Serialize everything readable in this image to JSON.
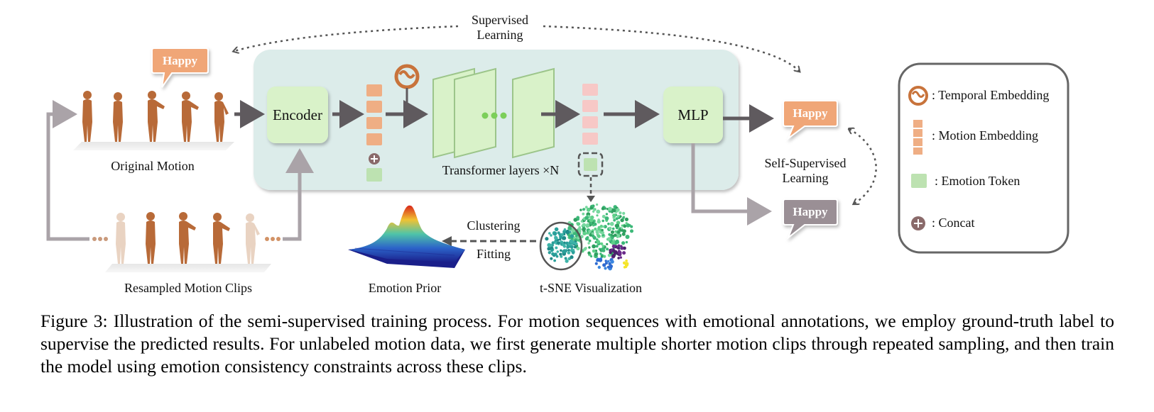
{
  "diagram": {
    "supervised_learning": [
      "Supervised",
      "Learning"
    ],
    "self_supervised_learning": [
      "Self-Supervised",
      "Learning"
    ],
    "encoder_label": "Encoder",
    "mlp_label": "MLP",
    "transformer_label": "Transformer layers ×N",
    "original_motion_label": "Original Motion",
    "resampled_clips_label": "Resampled Motion Clips",
    "emotion_prior_label": "Emotion Prior",
    "tsne_label": "t-SNE Visualization",
    "clustering_label": "Clustering",
    "fitting_label": "Fitting",
    "happy_bubble_top": "Happy",
    "happy_bubble_supervised": "Happy",
    "happy_bubble_selfsup": "Happy",
    "colors": {
      "panel_fill": "#dcecea",
      "box_fill": "#d9f2c9",
      "motion_embedding": "#efae84",
      "emotion_token": "#bde2b1",
      "bubble_orange": "#f0a677",
      "bubble_gray": "#9a8f95",
      "arrow_dark": "#5f5a5e",
      "arrow_light": "#aaa3a8"
    }
  },
  "legend": {
    "items": [
      {
        "icon": "temporal-embedding-icon",
        "text": ": Temporal Embedding"
      },
      {
        "icon": "motion-embedding-icon",
        "text": ": Motion Embedding"
      },
      {
        "icon": "emotion-token-icon",
        "text": ": Emotion Token"
      },
      {
        "icon": "concat-icon",
        "text": ": Concat"
      }
    ]
  },
  "caption": "Figure 3: Illustration of the semi-supervised training process. For motion sequences with emotional annotations, we employ ground-truth label to supervise the predicted results. For unlabeled motion data, we first generate multiple shorter motion clips through repeated sampling, and then train the model using emotion consistency constraints across these clips."
}
